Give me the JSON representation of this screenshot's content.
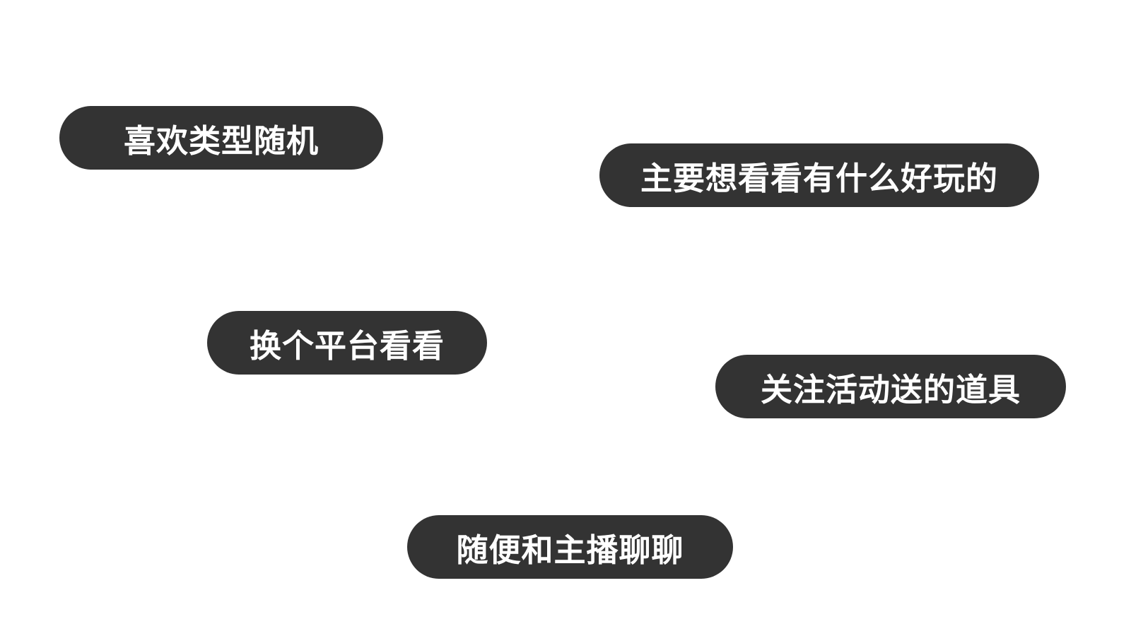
{
  "bubbles": [
    {
      "text": "喜欢类型随机"
    },
    {
      "text": "主要想看看有什么好玩的"
    },
    {
      "text": "换个平台看看"
    },
    {
      "text": "关注活动送的道具"
    },
    {
      "text": "随便和主播聊聊"
    }
  ],
  "colors": {
    "background": "#ffffff",
    "bubble_fill": "#333333",
    "bubble_text": "#ffffff"
  }
}
